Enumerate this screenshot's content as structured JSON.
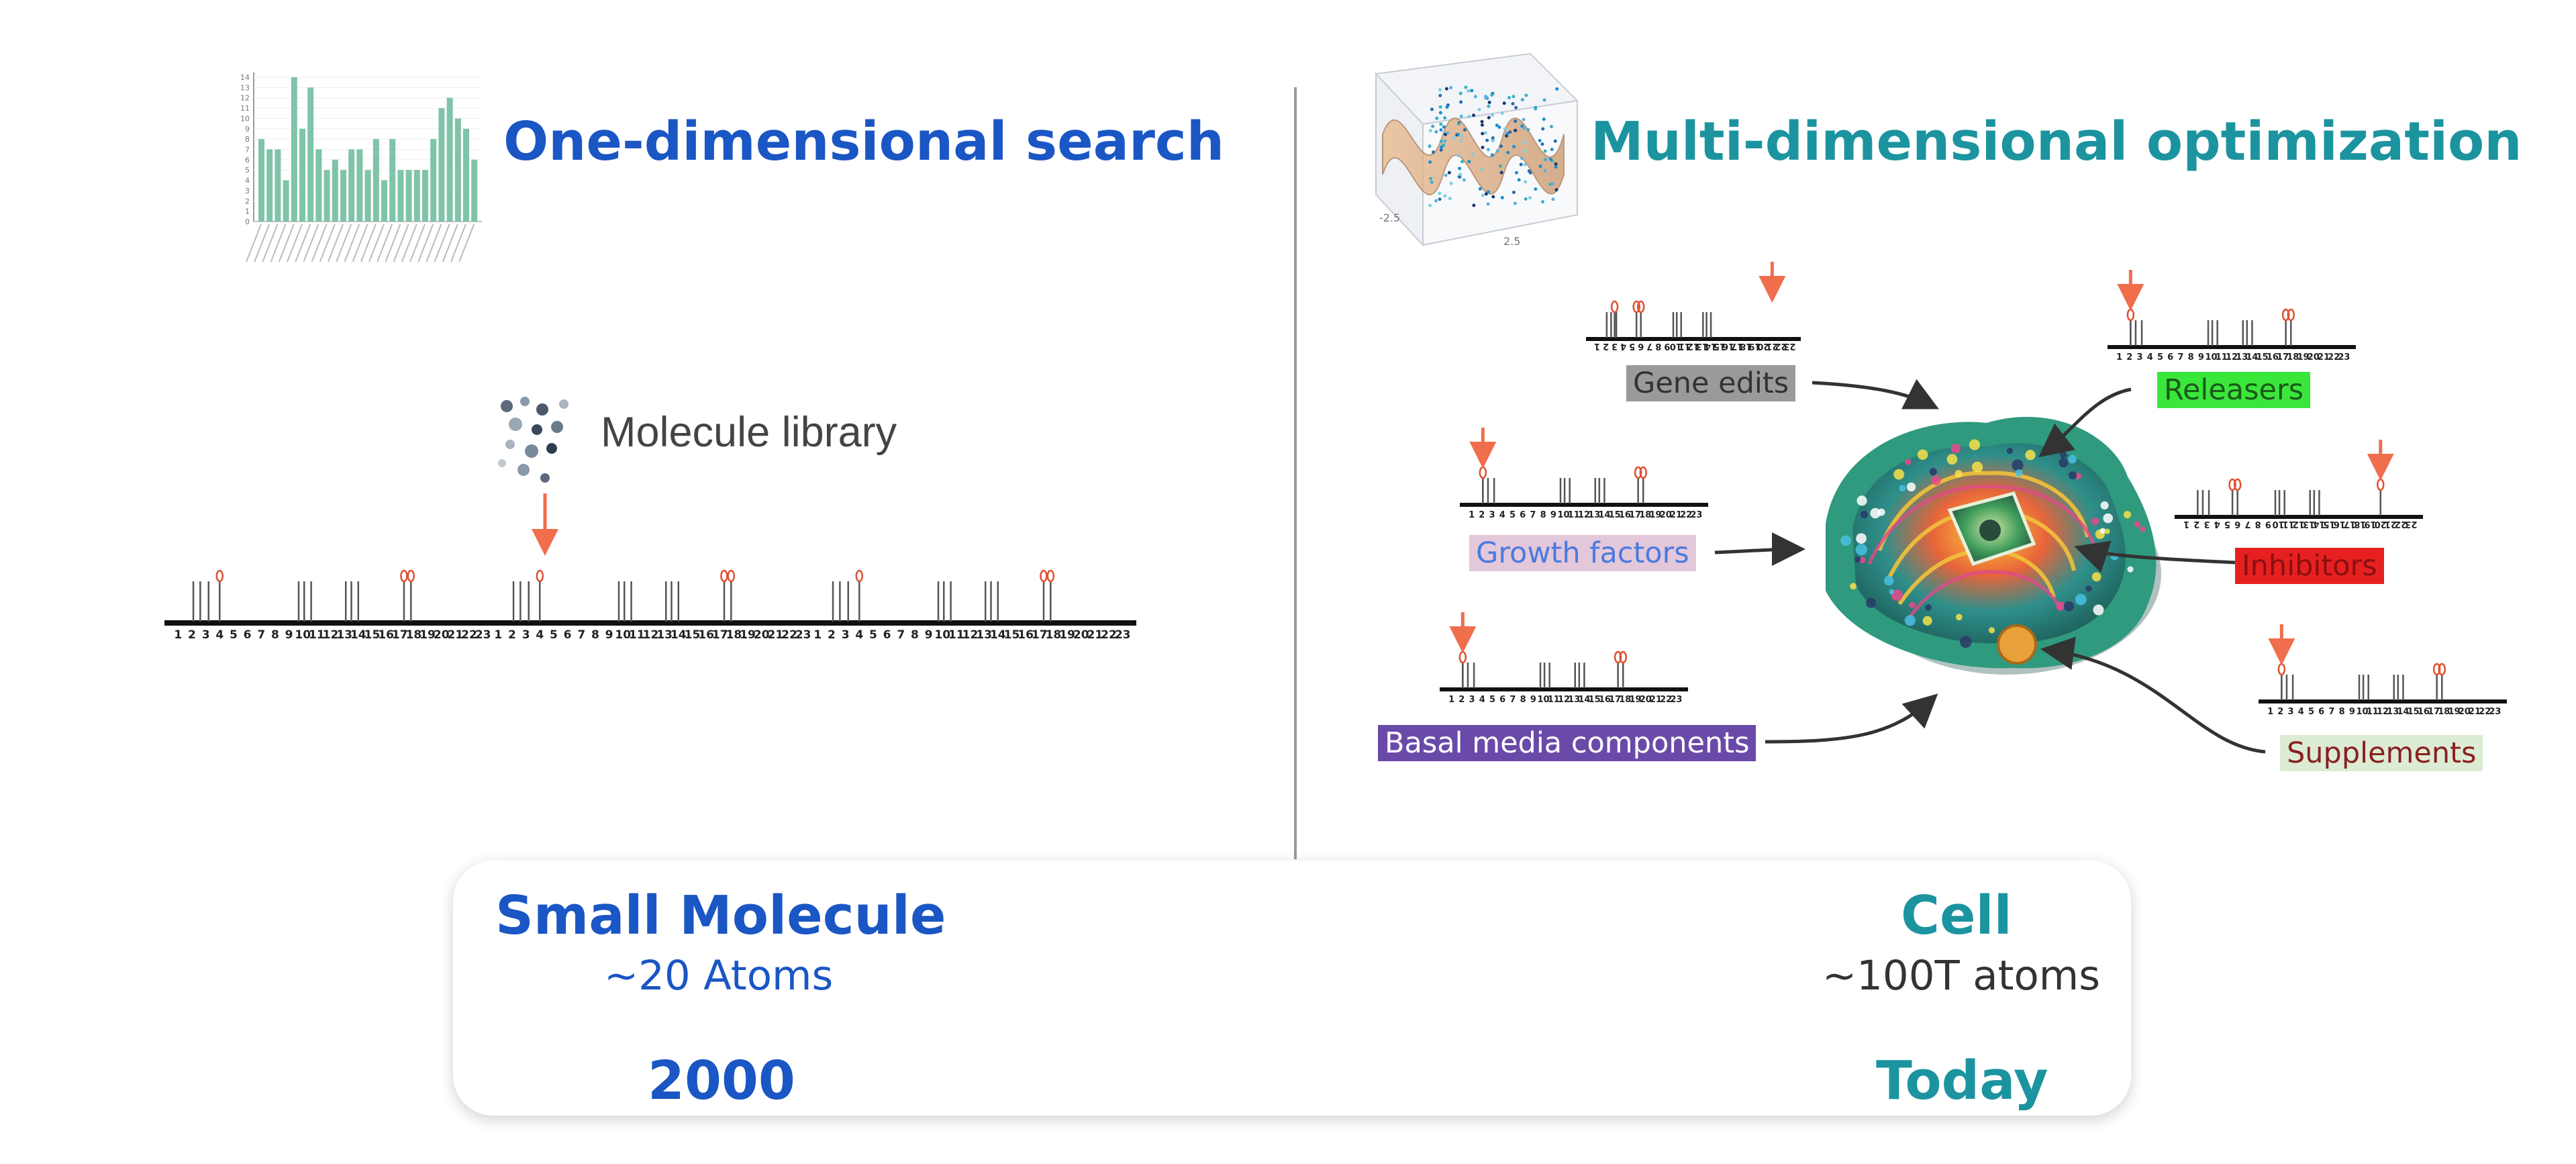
{
  "colors": {
    "left_accent": "#1a56c4",
    "right_accent": "#1c94a0",
    "marker_arrow": "#f06e4c",
    "bar_green": "#7fc4a8"
  },
  "left": {
    "title": "One-dimensional search",
    "library_label": "Molecule library",
    "icons": [
      "bar-chart-thumbnail",
      "molecule-cluster-icon"
    ]
  },
  "right": {
    "title": "Multi-dimensional optimization",
    "icons": [
      "3d-surface-plot-thumbnail",
      "cell-illustration"
    ],
    "tags": [
      {
        "label": "Gene edits",
        "bg": "#9a9a9a",
        "fg": "#333333"
      },
      {
        "label": "Releasers",
        "bg": "#3ae63a",
        "fg": "#1a5a1a"
      },
      {
        "label": "Growth factors",
        "bg": "#e2c8da",
        "fg": "#4a7ae0"
      },
      {
        "label": "Inhibitors",
        "bg": "#e62020",
        "fg": "#8a1010"
      },
      {
        "label": "Basal media components",
        "bg": "#6a4aa8",
        "fg": "#ffffff"
      },
      {
        "label": "Supplements",
        "bg": "#dcecd4",
        "fg": "#8a2020"
      }
    ]
  },
  "timeline": {
    "start_title": "Small Molecule",
    "start_sub": "~20 Atoms",
    "start_year": "2000",
    "end_title": "Cell",
    "end_sub": "~100T atoms",
    "end_year": "Today"
  },
  "ruler_numbers": [
    "1",
    "2",
    "3",
    "4",
    "5",
    "6",
    "7",
    "8",
    "9",
    "10",
    "11",
    "12",
    "13",
    "14",
    "15",
    "16",
    "17",
    "18",
    "19",
    "20",
    "21",
    "22",
    "23"
  ],
  "thumb_bar_values": [
    8,
    7,
    7,
    4,
    14,
    9,
    13,
    7,
    5,
    6,
    5,
    7,
    7,
    5,
    8,
    4,
    8,
    5,
    5,
    5,
    5,
    8,
    11,
    12,
    10,
    9,
    6
  ],
  "thumb_ticks": [
    "0",
    "1",
    "2",
    "3",
    "4",
    "5",
    "6",
    "7",
    "8",
    "9",
    "10",
    "11",
    "12",
    "13",
    "14"
  ]
}
